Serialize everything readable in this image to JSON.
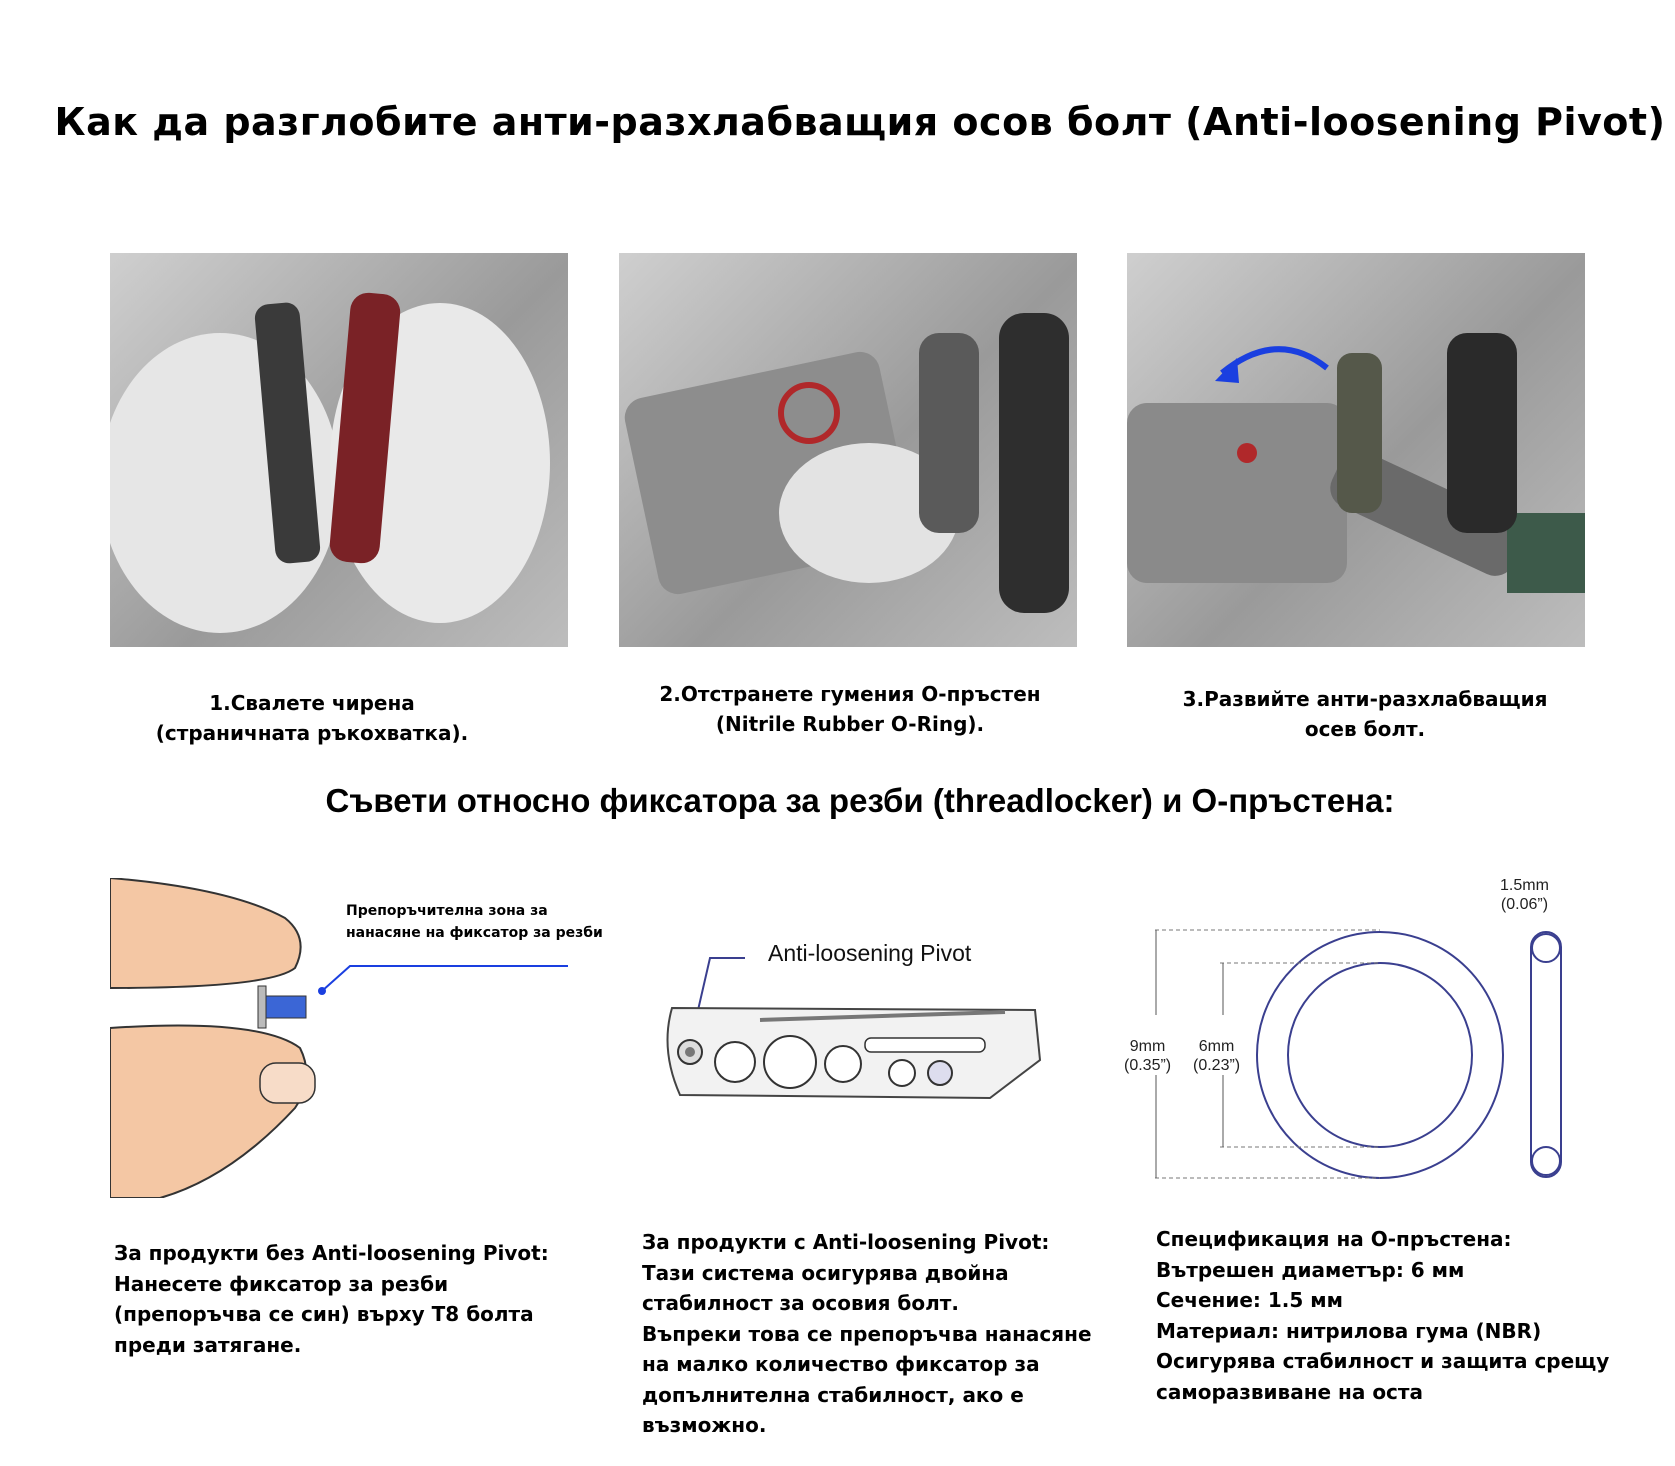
{
  "title": "Как да разглобите анти-разхлабващия осов болт (Anti-loosening Pivot)",
  "steps": [
    {
      "caption_lines": [
        "1.Свалете чирена",
        "(страничната ръкохватка)."
      ]
    },
    {
      "caption_lines": [
        "2.Отстранете гумения О-пръстен",
        "(Nitrile Rubber O-Ring)."
      ]
    },
    {
      "caption_lines": [
        "3.Развийте анти-разхлабващия",
        "осев болт."
      ]
    }
  ],
  "subtitle": "Съвети относно фиксатора за резби (threadlocker) и О-пръстена:",
  "diagrams": {
    "zone_label_lines": [
      "Препоръчителна зона за",
      "нанасяне на фиксатор за резби"
    ],
    "pivot_label": "Anti-loosening Pivot",
    "oring": {
      "width_label": [
        "1.5mm",
        "(0.06”)"
      ],
      "outer_label": [
        "9mm",
        "(0.35”)"
      ],
      "inner_label": [
        "6mm",
        "(0.23”)"
      ]
    }
  },
  "tips": [
    {
      "lines": [
        "За продукти без Anti-loosening Pivot:",
        "Нанесете фиксатор за резби",
        "(препоръчва се син) върху T8 болта",
        "преди затягане."
      ]
    },
    {
      "lines": [
        "За продукти с Anti-loosening Pivot:",
        "Тази система осигурява двойна",
        "стабилност за осовия болт.",
        "Въпреки това се препоръчва нанасяне",
        "на малко количество фиксатор за",
        "допълнителна стабилност, ако е",
        "възможно."
      ]
    },
    {
      "lines": [
        "Спецификация на О-пръстена:",
        "Вътрешен диаметър: 6 мм",
        "Сечение: 1.5 мм",
        "Материал: нитрилова гума (NBR)",
        "Осигурява стабилност и защита срещу",
        "саморазвиване на оста"
      ]
    }
  ],
  "colors": {
    "accent_red": "#b0282a",
    "arrow_blue": "#1a3fe0",
    "threadlocker_blue": "#3b66d6",
    "diagram_line": "#3a3f8f"
  }
}
